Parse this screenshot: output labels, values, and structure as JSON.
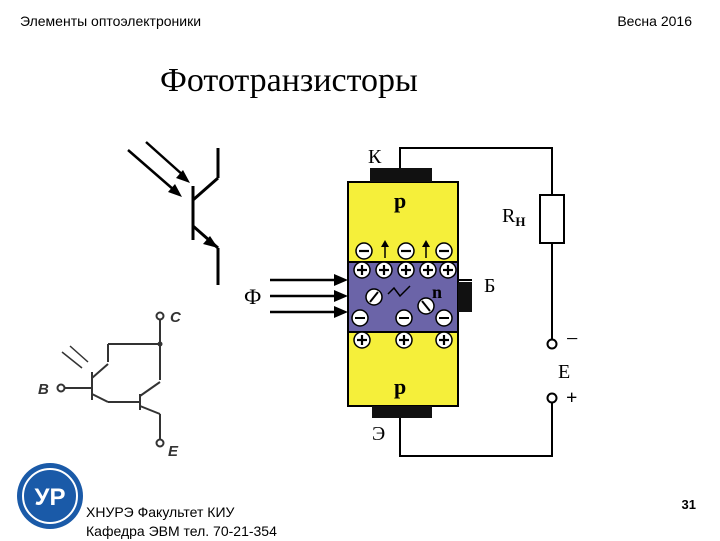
{
  "header": {
    "left": "Элементы оптоэлектроники",
    "right": "Весна 2016"
  },
  "title": "Фототранзисторы",
  "footer": {
    "line1": "ХНУРЭ Факультет КИУ",
    "line2": "Кафедра ЭВМ   тел. 70-21-354"
  },
  "page_number": "31",
  "logo_text": "УР",
  "colors": {
    "p_region": "#f5ef3a",
    "n_region": "#6b64a8",
    "logo_blue": "#1a5aa8"
  },
  "labels": {
    "collector": "К",
    "emitter": "Э",
    "base": "Б",
    "flux": "Ф",
    "p_top": "p",
    "p_bottom": "p",
    "n_mid": "n",
    "resistor_main": "R",
    "resistor_sub": "Н",
    "source": "Е",
    "minus": "−",
    "plus": "+",
    "darl_c": "C",
    "darl_b": "B",
    "darl_e": "E"
  }
}
